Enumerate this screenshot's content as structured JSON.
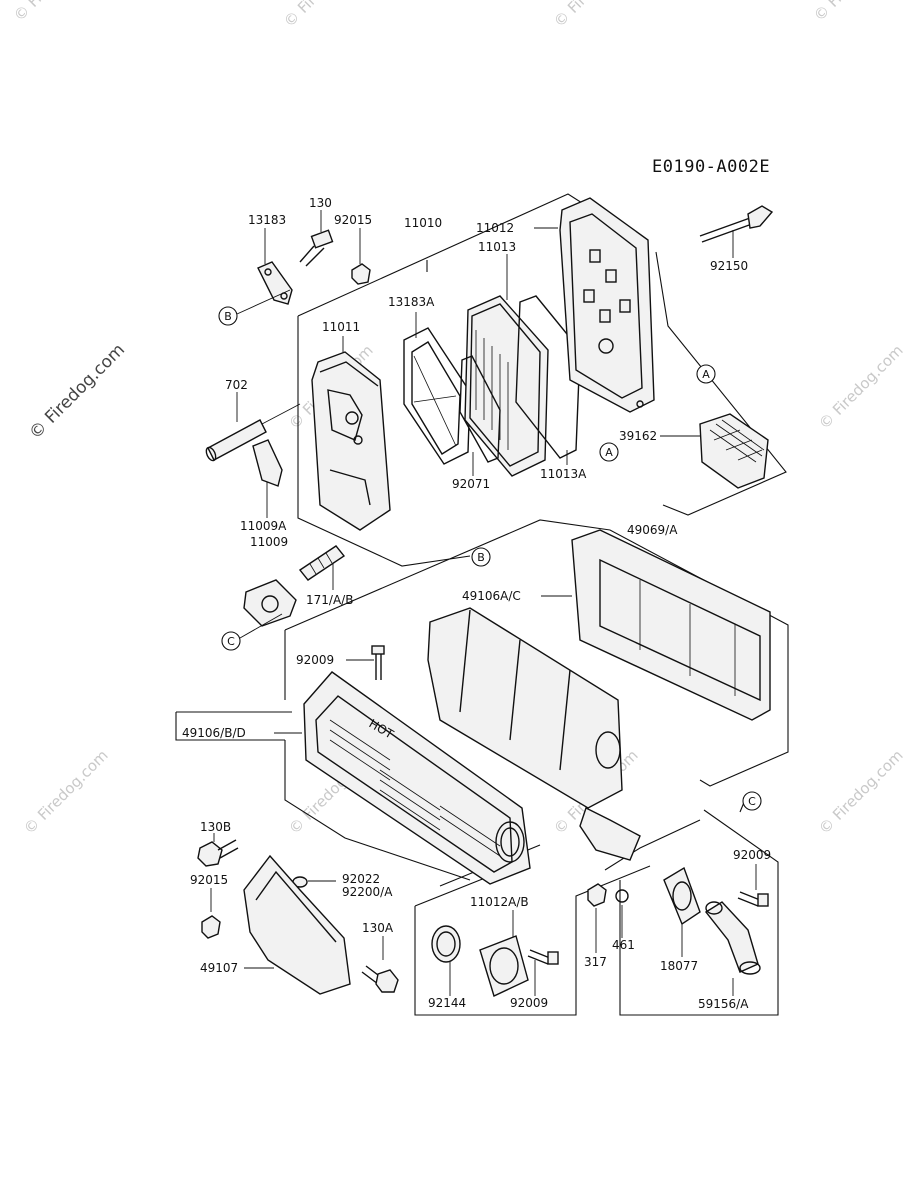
{
  "diagram_code": "E0190-A002E",
  "watermark": {
    "side": "© Firedog.com",
    "tile": "© Firedog.com"
  },
  "labels": {
    "p130": "130",
    "p13183": "13183",
    "p92015_top": "92015",
    "p11010": "11010",
    "p11012": "11012",
    "p11013": "11013",
    "p92150": "92150",
    "p13183A": "13183A",
    "p11011": "11011",
    "p702": "702",
    "p39162": "39162",
    "p11013A": "11013A",
    "p92071": "92071",
    "p11009A": "11009A",
    "p11009": "11009",
    "p171AB": "171/A/B",
    "p49069A": "49069/A",
    "p49106AC": "49106A/C",
    "p92009_top": "92009",
    "p49106BD": "49106/B/D",
    "p130B": "130B",
    "p92015_bot": "92015",
    "p92022": "92022",
    "p92200A": "92200/A",
    "p130A": "130A",
    "p49107": "49107",
    "p11012AB": "11012A/B",
    "p92144": "92144",
    "p92009_mid": "92009",
    "p317": "317",
    "p461": "461",
    "p18077": "18077",
    "p92009_right": "92009",
    "p59156A": "59156/A"
  },
  "refs": {
    "A": "A",
    "B": "B",
    "C": "C"
  },
  "embossed": {
    "hot": "HOT"
  }
}
